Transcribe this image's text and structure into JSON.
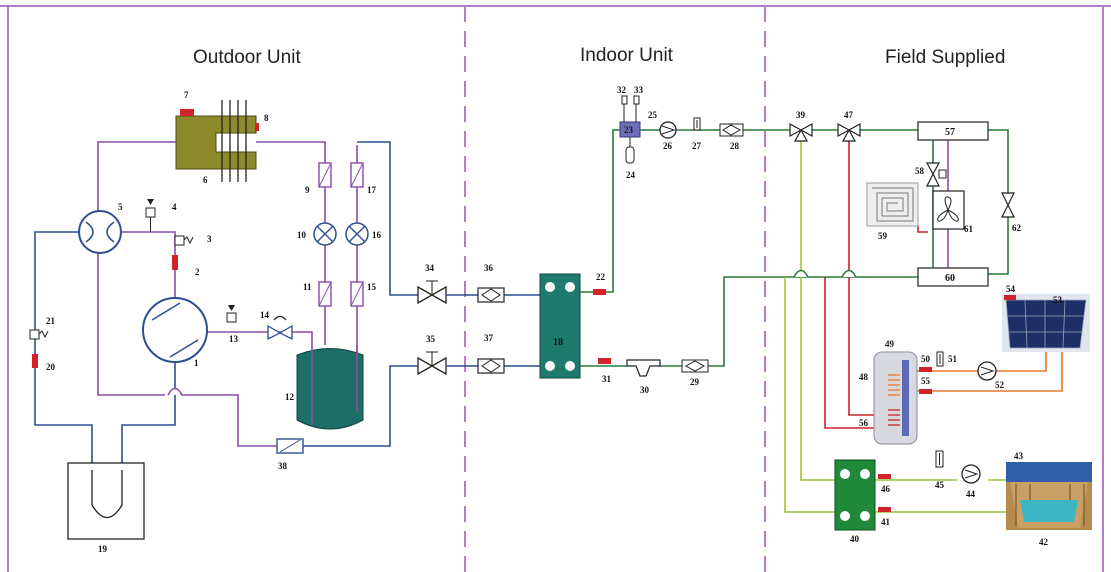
{
  "sections": {
    "outdoor": "Outdoor Unit",
    "indoor": "Indoor Unit",
    "field": "Field Supplied"
  },
  "labels": {
    "n1": "1",
    "n2": "2",
    "n3": "3",
    "n4": "4",
    "n5": "5",
    "n6": "6",
    "n7": "7",
    "n8": "8",
    "n9": "9",
    "n10": "10",
    "n11": "11",
    "n12": "12",
    "n13": "13",
    "n14": "14",
    "n15": "15",
    "n16": "16",
    "n17": "17",
    "n18": "18",
    "n19": "19",
    "n20": "20",
    "n21": "21",
    "n22": "22",
    "n23": "23",
    "n24": "24",
    "n25": "25",
    "n26": "26",
    "n27": "27",
    "n28": "28",
    "n29": "29",
    "n30": "30",
    "n31": "31",
    "n32": "32",
    "n33": "33",
    "n34": "34",
    "n35": "35",
    "n36": "36",
    "n37": "37",
    "n38": "38",
    "n39": "39",
    "n40": "40",
    "n41": "41",
    "n42": "42",
    "n43": "43",
    "n44": "44",
    "n45": "45",
    "n46": "46",
    "n47": "47",
    "n48": "48",
    "n49": "49",
    "n50": "50",
    "n51": "51",
    "n52": "52",
    "n53": "53",
    "n54": "54",
    "n55": "55",
    "n56": "56",
    "n57": "57",
    "n58": "58",
    "n59": "59",
    "n60": "60",
    "n61": "61",
    "n62": "62"
  },
  "colors": {
    "border": "#b77cc6",
    "refrigerant_hot": "#8a4ba6",
    "refrigerant_cold": "#2e4f8f",
    "water_main": "#2a7a3a",
    "water_pool": "#9cc43c",
    "water_dhw": "#c8232a",
    "solar_loop": "#e8762a",
    "heat_exchanger": "#1f7a6e",
    "tank": "#1d6e66",
    "condenser": "#8c8a2a"
  }
}
